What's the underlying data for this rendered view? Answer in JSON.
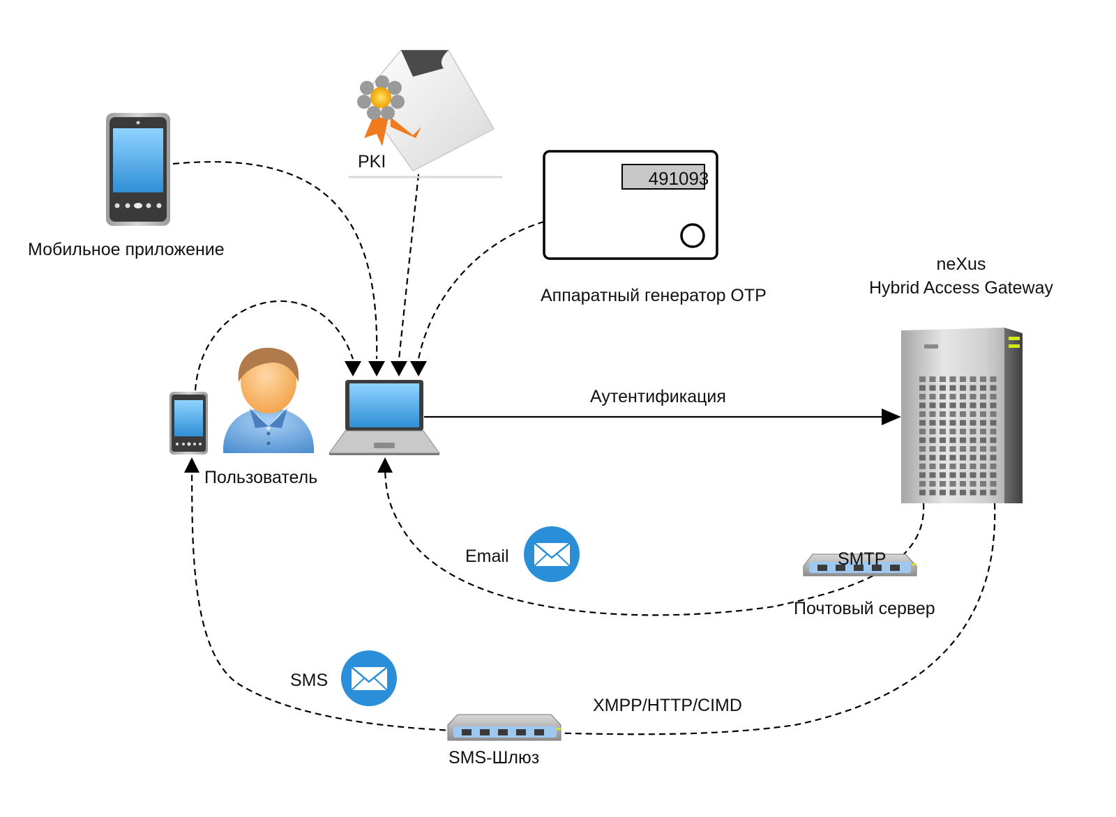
{
  "labels": {
    "mobile_app": "Мобильное приложение",
    "pki": "PKI",
    "otp_token": "Аппаратный генератор OTP",
    "otp_code": "491093",
    "gateway_line1": "neXus",
    "gateway_line2": "Hybrid Access Gateway",
    "authentication": "Аутентификация",
    "user": "Пользователь",
    "email": "Email",
    "smtp": "SMTP",
    "mail_server": "Почтовый сервер",
    "sms": "SMS",
    "sms_protocols": "XMPP/HTTP/CIMD",
    "sms_gateway": "SMS-Шлюз"
  },
  "icons": {
    "mobile_large": "smartphone-icon",
    "certificate": "certificate-icon",
    "token": "otp-token-icon",
    "server": "server-icon",
    "user": "user-icon",
    "laptop": "laptop-icon",
    "mobile_small": "smartphone-icon",
    "email": "envelope-icon",
    "sms": "envelope-icon",
    "mail_switch": "network-switch-icon",
    "sms_switch": "network-switch-icon"
  },
  "colors": {
    "envelope_circle": "#2a8fd8",
    "screen_blue": "#3aa0e0",
    "user_shirt": "#6ea8df",
    "user_skin": "#f6b26b",
    "user_hair": "#b07a4a",
    "ribbon_orange": "#f07a1e",
    "status_led": "#d6e81a"
  }
}
